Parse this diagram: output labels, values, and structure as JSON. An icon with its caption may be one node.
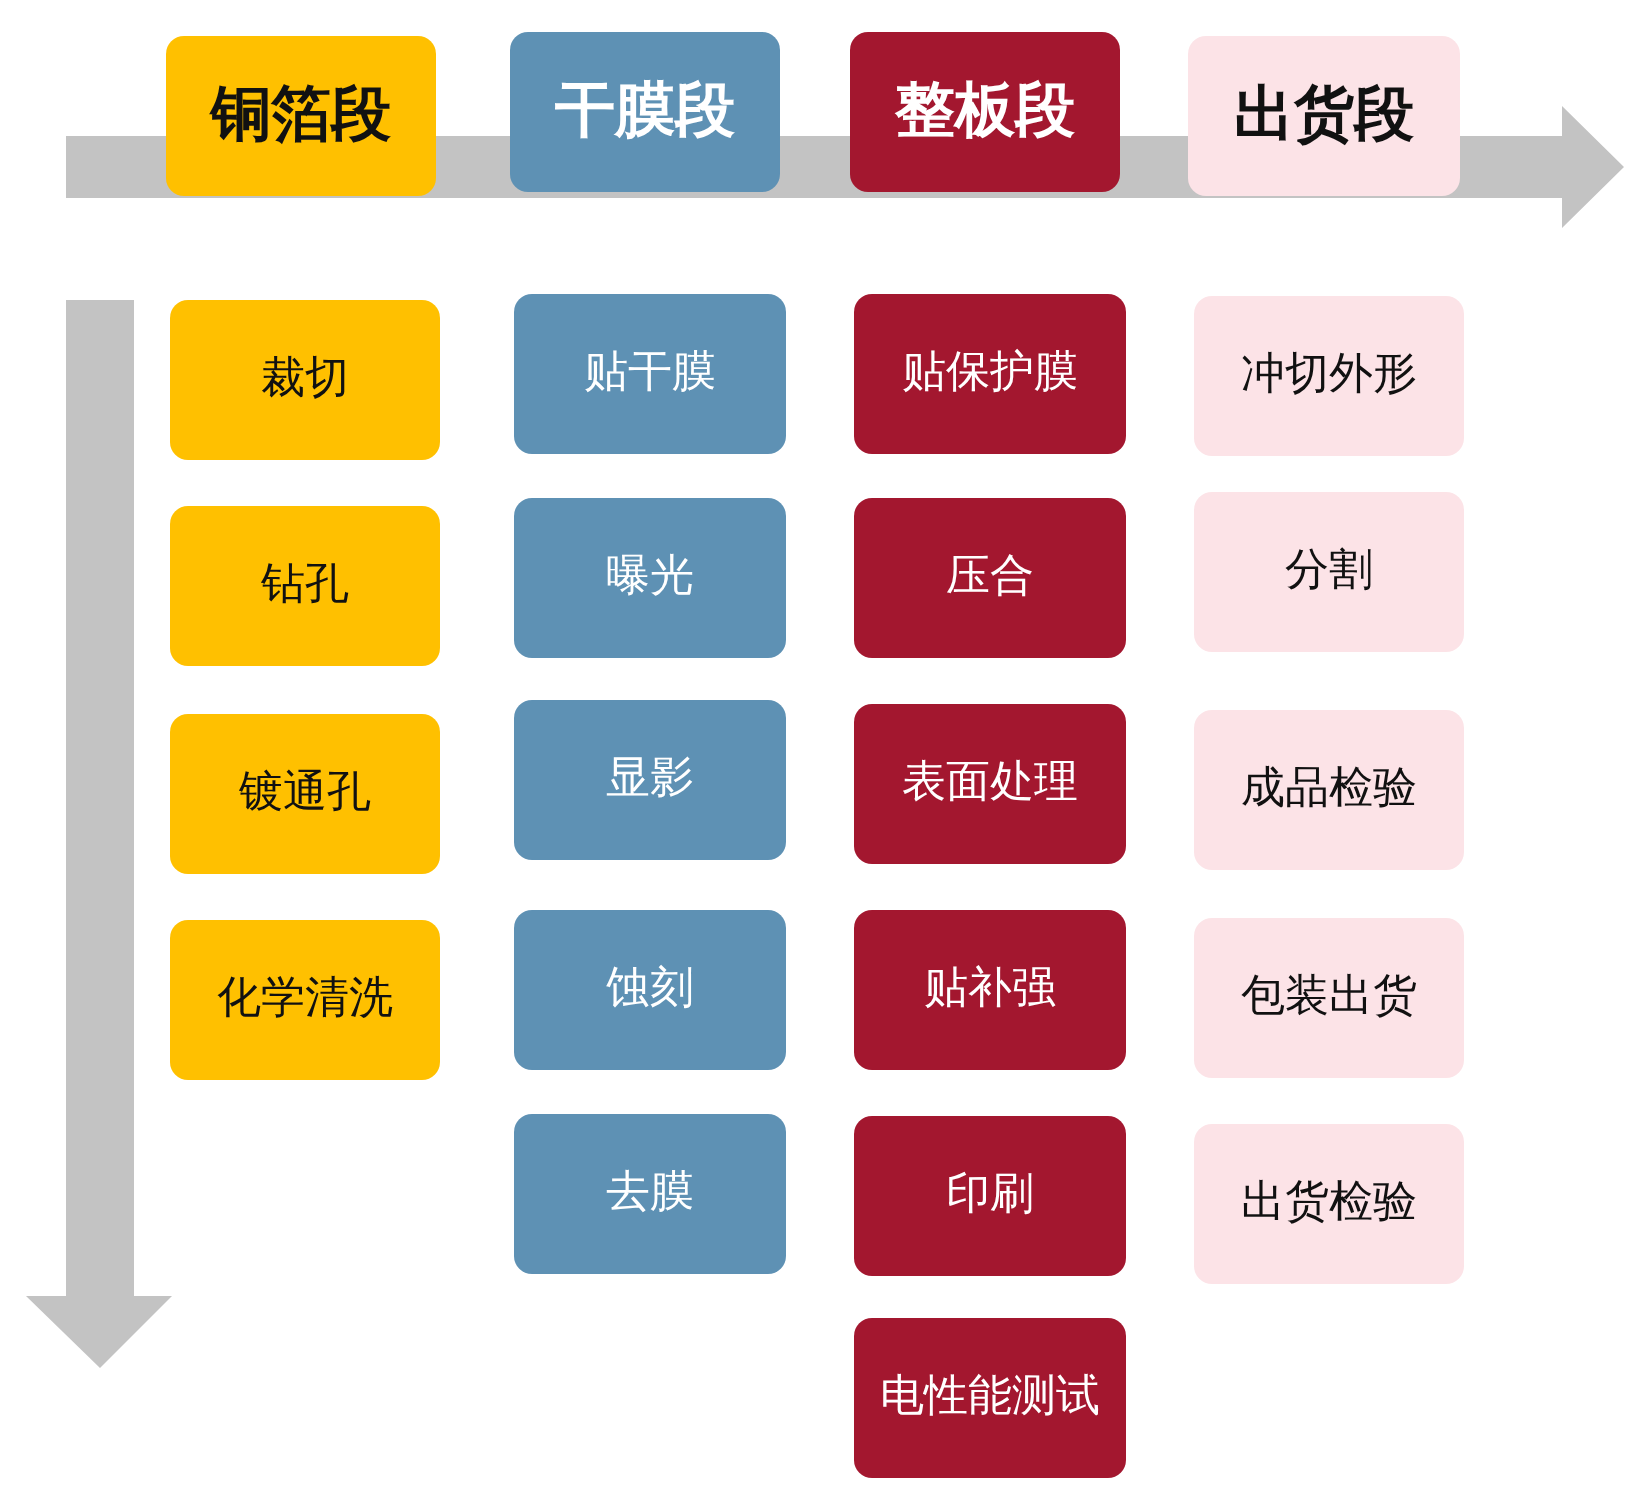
{
  "diagram": {
    "nodes": [
      {
        "text": [
          "铜箔段"
        ]
      },
      {
        "text": [
          "裁切"
        ]
      },
      {
        "text": [
          "钻孔"
        ]
      },
      {
        "text": [
          "镀通孔"
        ]
      },
      {
        "text": [
          "化学清洗"
        ]
      },
      {
        "text": [
          "干膜段"
        ]
      },
      {
        "text": [
          "贴干膜"
        ]
      },
      {
        "text": [
          "曝光"
        ]
      },
      {
        "text": [
          "显影"
        ]
      },
      {
        "text": [
          "蚀刻"
        ]
      },
      {
        "text": [
          "去膜"
        ]
      },
      {
        "text": [
          "整板段"
        ]
      },
      {
        "text": [
          "贴保护膜"
        ]
      },
      {
        "text": [
          "压合"
        ]
      },
      {
        "text": [
          "表面处理"
        ]
      },
      {
        "text": [
          "贴补强"
        ]
      },
      {
        "text": [
          "印刷"
        ]
      },
      {
        "text": [
          "电性能测试"
        ]
      },
      {
        "text": [
          "出货段"
        ]
      },
      {
        "text": [
          "冲切外形"
        ]
      },
      {
        "text": [
          "分割"
        ]
      },
      {
        "text": [
          "成品检验"
        ]
      },
      {
        "text": [
          "包装出货"
        ]
      },
      {
        "text": [
          "出货检验"
        ]
      }
    ],
    "edges": []
  }
}
